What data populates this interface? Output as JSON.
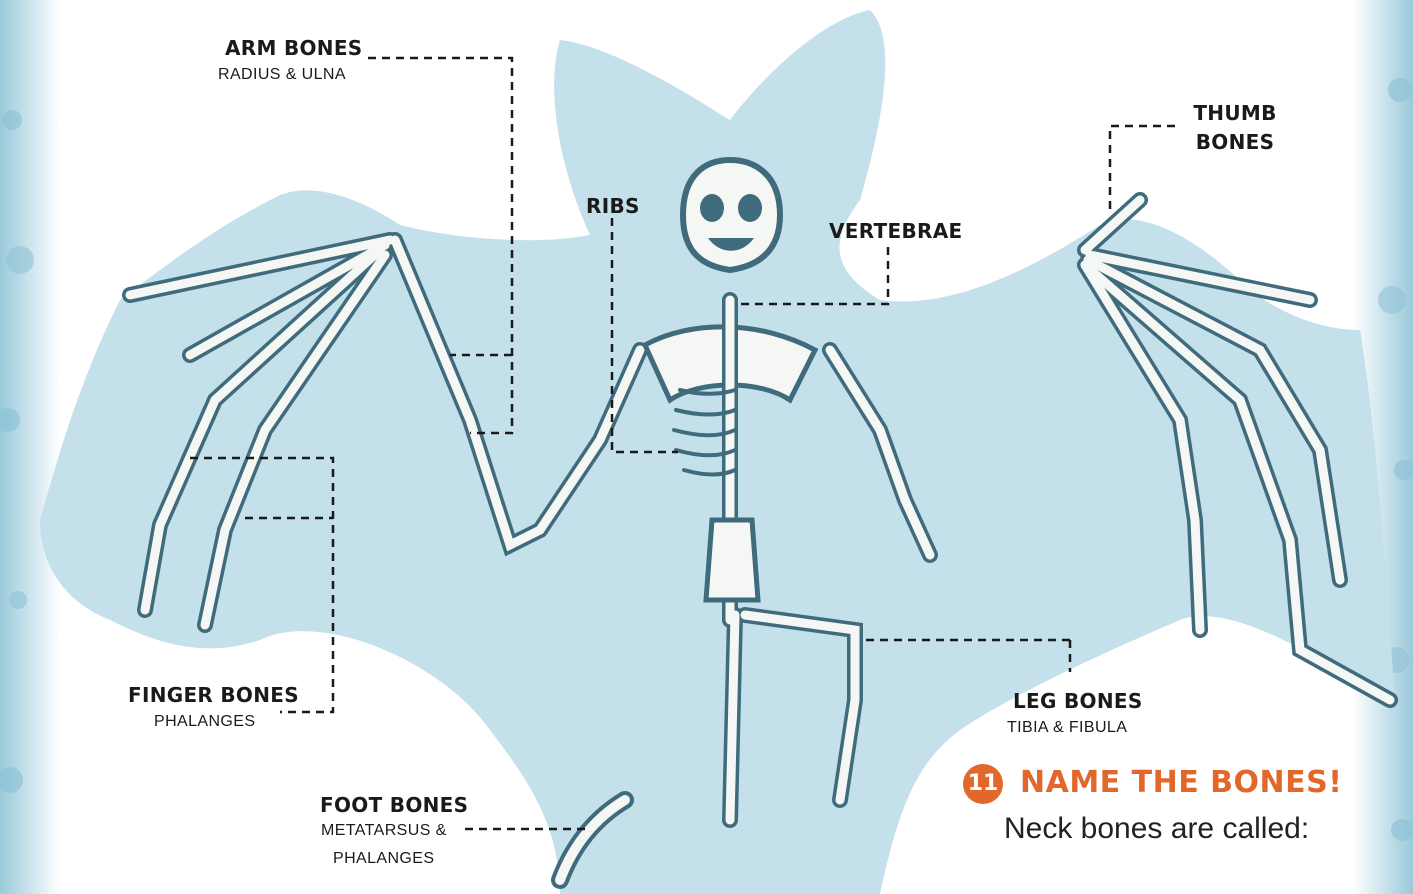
{
  "labels": {
    "arm_bones": {
      "title": "ARM BONES",
      "sub": "RADIUS & ULNA"
    },
    "thumb_bones": {
      "title_line1": "THUMB",
      "title_line2": "BONES"
    },
    "ribs": {
      "title": "RIBS"
    },
    "vertebrae": {
      "title": "VERTEBRAE"
    },
    "finger_bones": {
      "title": "FINGER BONES",
      "sub": "PHALANGES"
    },
    "leg_bones": {
      "title": "LEG BONES",
      "sub": "TIBIA & FIBULA"
    },
    "foot_bones": {
      "title": "FOOT BONES",
      "sub_line1": "METATARSUS &",
      "sub_line2": "PHALANGES"
    }
  },
  "quiz": {
    "number": "11",
    "title": "NAME THE BONES!",
    "question": "Neck bones are called:"
  },
  "colors": {
    "membrane": "#c3e0eb",
    "bone_fill": "#f4f7f3",
    "bone_outline": "#3f6b7d",
    "accent": "#e2672a",
    "border_texture": "#8fc3d6"
  }
}
